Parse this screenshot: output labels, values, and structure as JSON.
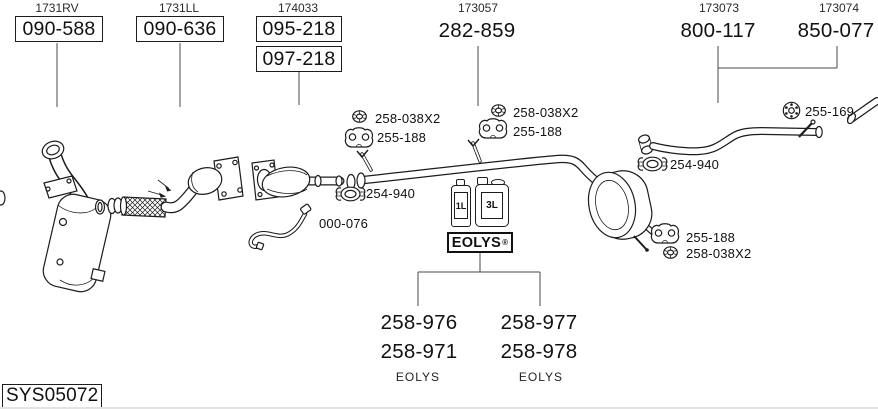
{
  "diagram": {
    "header_groups": [
      {
        "ref": "1731RV",
        "num1": "090-588"
      },
      {
        "ref": "1731LL",
        "num1": "090-636"
      },
      {
        "ref": "174033",
        "num1": "095-218",
        "num2": "097-218"
      },
      {
        "ref": "173057",
        "num1": "282-859"
      },
      {
        "ref": "173073",
        "num1": "800-117"
      },
      {
        "ref": "173074",
        "num1": "850-077"
      }
    ],
    "callouts": [
      {
        "label": "258-038X2",
        "icon": "nut-icon"
      },
      {
        "label": "255-188",
        "icon": "hanger-icon"
      },
      {
        "label": "258-038X2",
        "icon": "nut-icon"
      },
      {
        "label": "255-188",
        "icon": "hanger-icon"
      },
      {
        "label": "254-940",
        "icon": "clamp-icon"
      },
      {
        "label": "000-076",
        "icon": "none"
      },
      {
        "label": "254-940",
        "icon": "clamp-icon"
      },
      {
        "label": "255-169",
        "icon": "gasket-icon"
      },
      {
        "label": "255-188",
        "icon": "hanger-icon"
      },
      {
        "label": "258-038X2",
        "icon": "nut-icon"
      }
    ],
    "eolys": {
      "small_bottle": "1L",
      "large_bottle": "3L",
      "brand": "EOLYS",
      "reg_mark": "®"
    },
    "bottom_groups": [
      {
        "num1": "258-976",
        "num2": "258-971",
        "caption": "EOLYS"
      },
      {
        "num1": "258-977",
        "num2": "258-978",
        "caption": "EOLYS"
      }
    ],
    "footer": {
      "system_code": "SYS05072"
    },
    "colors": {
      "line": "#1c1c1c",
      "leader": "#4a4a4a",
      "text": "#111111"
    }
  }
}
